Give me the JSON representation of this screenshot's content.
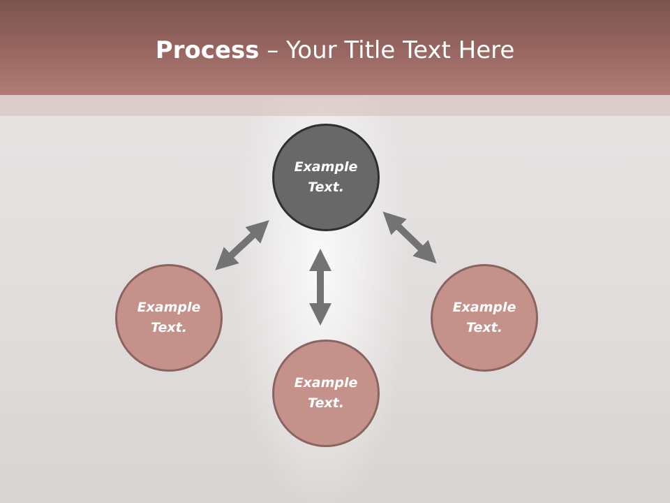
{
  "title": {
    "bold": "Process",
    "rest": " – Your Title Text Here"
  },
  "nodes": {
    "top": "Example Text.",
    "left": "Example Text.",
    "bottom": "Example Text.",
    "right": "Example Text."
  },
  "colors": {
    "header": "#a0706a",
    "center_node": "#686868",
    "outer_node": "#c4928b",
    "arrow": "#737373"
  }
}
